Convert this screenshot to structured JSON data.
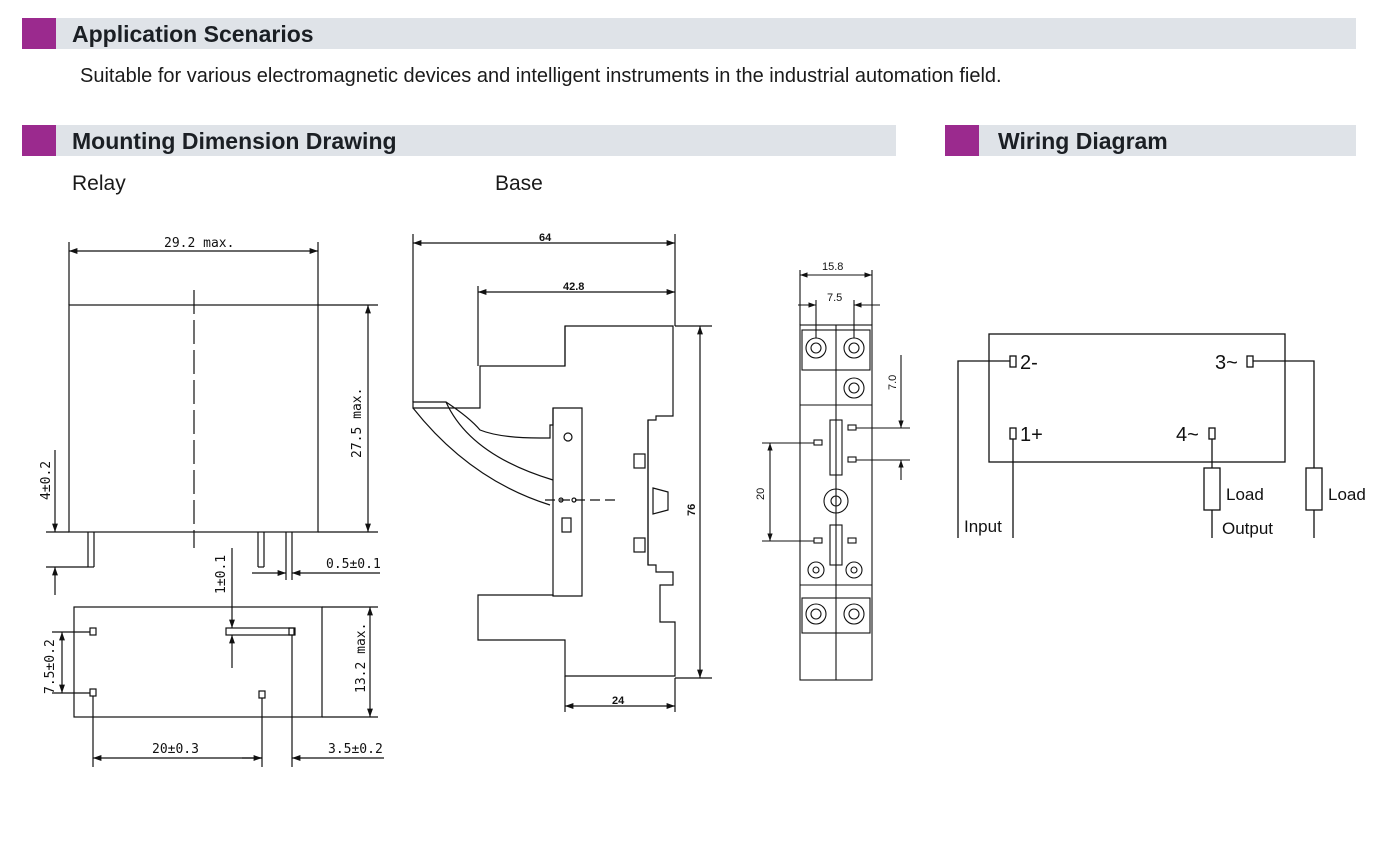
{
  "colors": {
    "accent": "#9b2a8e",
    "bar": "#dfe3e8",
    "line": "#111111"
  },
  "application": {
    "title": "Application Scenarios",
    "description": "Suitable for various electromagnetic devices and intelligent instruments in the industrial automation field."
  },
  "mounting": {
    "title": "Mounting Dimension Drawing",
    "relay_label": "Relay",
    "base_label": "Base",
    "relay_dims": {
      "width": "29.2 max.",
      "height": "27.5 max.",
      "pin_length": "4±0.2",
      "pin_thickness": "0.5±0.1",
      "pin_step": "1±0.1",
      "depth": "13.2 max.",
      "pin_pitch_v": "7.5±0.2",
      "pin_pitch_h": "20±0.3",
      "pin_offset": "3.5±0.2"
    },
    "base_dims": {
      "width": "64",
      "inner": "42.8",
      "height": "76",
      "bottom": "24",
      "top_width": "15.8",
      "top_inner": "7.5",
      "pitch_small": "7.0",
      "pitch_large": "20"
    }
  },
  "wiring": {
    "title": "Wiring Diagram",
    "terminals": {
      "t2": "2-",
      "t3": "3~",
      "t1": "1+",
      "t4": "4~"
    },
    "labels": {
      "input": "Input",
      "output": "Output",
      "load1": "Load",
      "load2": "Load"
    }
  }
}
